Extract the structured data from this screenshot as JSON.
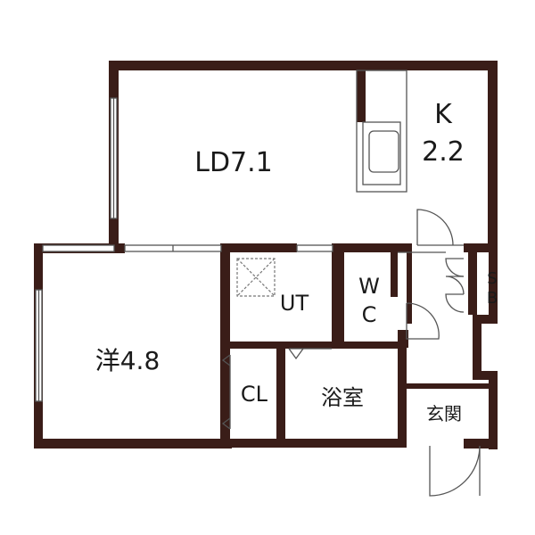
{
  "floor_plan": {
    "rooms": {
      "ld": "LD7.1",
      "kitchen_letter": "K",
      "kitchen_size": "2.2",
      "western_room": "洋4.8",
      "utility": "UT",
      "toilet_top": "W",
      "toilet_bottom": "C",
      "shoe_box_top": "S",
      "shoe_box_bottom": "B",
      "closet": "CL",
      "bathroom": "浴室",
      "entrance": "玄関"
    },
    "colors": {
      "wall": "#3a1d18",
      "line": "#555555",
      "background": "#ffffff"
    }
  }
}
